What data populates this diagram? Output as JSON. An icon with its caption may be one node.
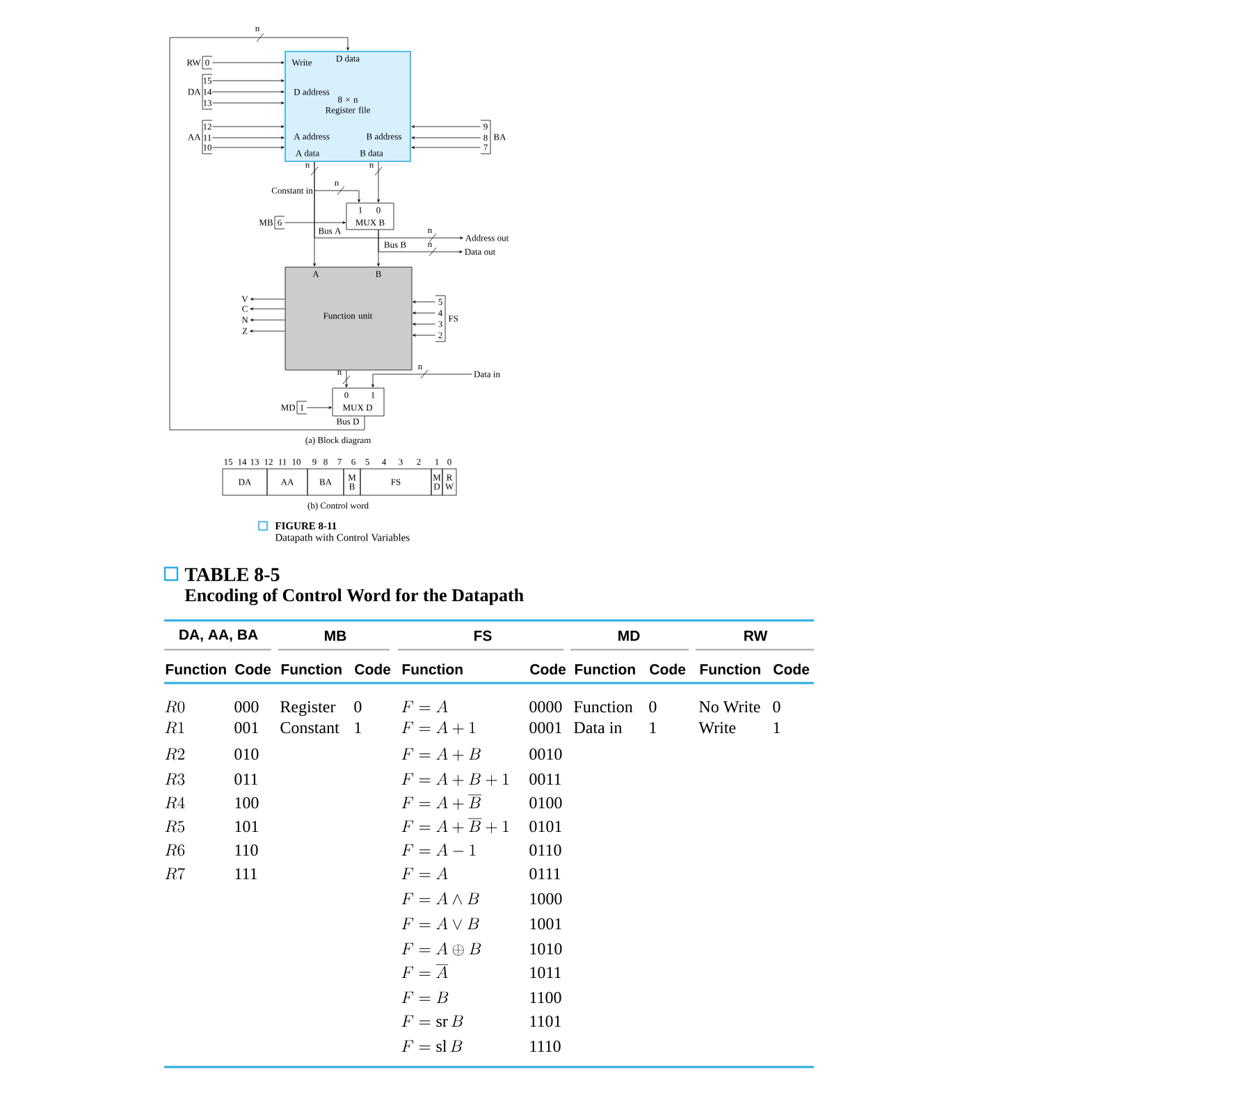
{
  "diagram": {
    "nodes": [
      {
        "text": [
          "Write",
          "D data",
          "D address",
          "8 × n Register file",
          "A address",
          "B address",
          "A data",
          "B data"
        ]
      },
      {
        "text": [
          "1",
          "0",
          "MUX B"
        ]
      },
      {
        "text": [
          "A",
          "B",
          "Function unit"
        ]
      },
      {
        "text": [
          "0",
          "1",
          "MUX D"
        ]
      },
      {
        "text": [
          "0"
        ],
        "beside": [
          "RW"
        ]
      },
      {
        "text": [
          "15",
          "14",
          "13"
        ],
        "beside": [
          "DA"
        ]
      },
      {
        "text": [
          "12",
          "11",
          "10"
        ],
        "beside": [
          "AA"
        ]
      },
      {
        "text": [
          "9",
          "8",
          "7"
        ],
        "beside": [
          "BA"
        ]
      },
      {
        "text": [
          "6"
        ],
        "beside": [
          "MB"
        ]
      },
      {
        "text": [
          "5",
          "4",
          "3",
          "2"
        ],
        "beside": [
          "FS"
        ]
      },
      {
        "text": [
          "1"
        ],
        "beside": [
          "MD"
        ]
      },
      {
        "text": [
          "Constant in"
        ]
      },
      {
        "text": [
          "Address out"
        ]
      },
      {
        "text": [
          "Data out"
        ]
      },
      {
        "text": [
          "Data in"
        ]
      },
      {
        "text": [
          "V"
        ]
      },
      {
        "text": [
          "C"
        ]
      },
      {
        "text": [
          "N"
        ]
      },
      {
        "text": [
          "Z"
        ]
      },
      {
        "text": [
          "DA"
        ]
      },
      {
        "text": [
          "AA"
        ]
      },
      {
        "text": [
          "BA"
        ]
      },
      {
        "text": [
          "M B"
        ]
      },
      {
        "text": [
          "FS"
        ]
      },
      {
        "text": [
          "M D"
        ]
      },
      {
        "text": [
          "R W"
        ]
      }
    ],
    "edges": [
      {
        "from": 4,
        "to": 0,
        "arrow": "to"
      },
      {
        "from": 5,
        "to": 0,
        "arrow": "to"
      },
      {
        "from": 5,
        "to": 0,
        "arrow": "to"
      },
      {
        "from": 5,
        "to": 0,
        "arrow": "to"
      },
      {
        "from": 6,
        "to": 0,
        "arrow": "to"
      },
      {
        "from": 6,
        "to": 0,
        "arrow": "to"
      },
      {
        "from": 6,
        "to": 0,
        "arrow": "to"
      },
      {
        "from": 7,
        "to": 0,
        "arrow": "to"
      },
      {
        "from": 7,
        "to": 0,
        "arrow": "to"
      },
      {
        "from": 7,
        "to": 0,
        "arrow": "to"
      },
      {
        "from": 0,
        "to": 2,
        "arrow": "to",
        "label": "n"
      },
      {
        "from": 0,
        "to": 1,
        "arrow": "to",
        "label": "n"
      },
      {
        "from": 11,
        "to": 1,
        "arrow": "to",
        "label": "n"
      },
      {
        "from": 8,
        "to": 1,
        "arrow": "to"
      },
      {
        "from": 1,
        "to": 2,
        "arrow": "to"
      },
      {
        "from": 0,
        "to": 12,
        "arrow": "to",
        "label": "n"
      },
      {
        "from": 1,
        "to": 13,
        "arrow": "to",
        "label": "n"
      },
      {
        "from": 2,
        "to": 15,
        "arrow": "to"
      },
      {
        "from": 2,
        "to": 16,
        "arrow": "to"
      },
      {
        "from": 2,
        "to": 17,
        "arrow": "to"
      },
      {
        "from": 2,
        "to": 18,
        "arrow": "to"
      },
      {
        "from": 9,
        "to": 2,
        "arrow": "to"
      },
      {
        "from": 9,
        "to": 2,
        "arrow": "to"
      },
      {
        "from": 9,
        "to": 2,
        "arrow": "to"
      },
      {
        "from": 9,
        "to": 2,
        "arrow": "to"
      },
      {
        "from": 2,
        "to": 3,
        "arrow": "to",
        "label": "n"
      },
      {
        "from": 14,
        "to": 3,
        "arrow": "to",
        "label": "n"
      },
      {
        "from": 10,
        "to": 3,
        "arrow": "to"
      },
      {
        "from": 3,
        "to": 0,
        "arrow": "to",
        "label": "n"
      }
    ],
    "labels": [
      "Bus A",
      "Bus B",
      "Bus D",
      "(a) Block diagram",
      "15",
      "14",
      "13",
      "12",
      "11",
      "10",
      "9",
      "8",
      "7",
      "6",
      "5",
      "4",
      "3",
      "2",
      "1",
      "0",
      "(b) Control word",
      "FIGURE 8-11",
      "Datapath with Control Variables",
      "TABLE 8-5",
      "Encoding of Control Word for the Datapath",
      "DA, AA, BA",
      "MB",
      "FS",
      "MD",
      "RW",
      "Function",
      "Code",
      "Function",
      "Code",
      "Function",
      "Code",
      "Function",
      "Code",
      "Function",
      "Code",
      "R0",
      "000",
      "Register",
      "0",
      "F = A",
      "0000",
      "Function",
      "0",
      "No Write",
      "0",
      "R1",
      "001",
      "Constant",
      "1",
      "F = A + 1",
      "0001",
      "Data in",
      "1",
      "Write",
      "1",
      "R2",
      "010",
      "F = A + B",
      "0010",
      "R3",
      "011",
      "F = A + B + 1",
      "0011",
      "R4",
      "100",
      "F = A + \\overline{B}",
      "0100",
      "R5",
      "101",
      "F = A + \\overline{B} + 1",
      "0101",
      "R6",
      "110",
      "F = A - 1",
      "0110",
      "R7",
      "111",
      "F = A",
      "0111",
      "F = A \\wedge B",
      "1000",
      "F = A \\vee B",
      "1001",
      "F = A \\oplus B",
      "1010",
      "F = \\overline{A}",
      "1011",
      "F = B",
      "1100",
      "F = \\mathrm{sr}\\, B",
      "1101",
      "F = \\mathrm{sl}\\, B",
      "1110"
    ]
  }
}
